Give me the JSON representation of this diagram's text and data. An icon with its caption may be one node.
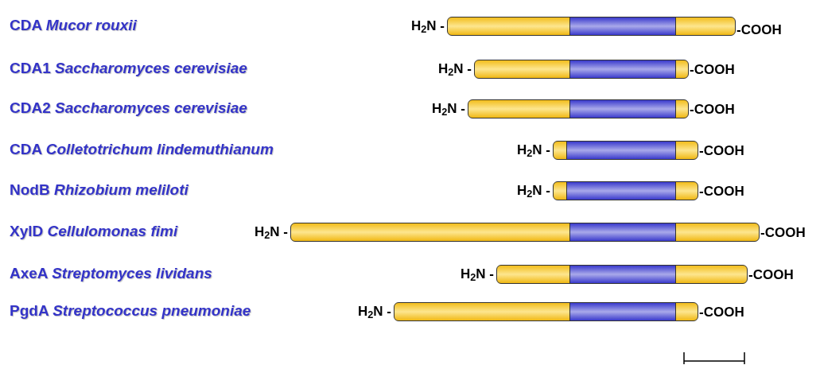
{
  "diagram": {
    "nodes": [
      {
        "text": [],
        "shape": "bar",
        "beside": [
          "H$_{2}$N -",
          "-COOH"
        ]
      },
      {
        "text": [],
        "shape": "bar",
        "in": 0
      },
      {
        "text": [],
        "shape": "bar",
        "beside": [
          "H$_{2}$N -",
          "-COOH"
        ]
      },
      {
        "text": [],
        "shape": "bar",
        "in": 2
      },
      {
        "text": [],
        "shape": "bar",
        "beside": [
          "H$_{2}$N -",
          "-COOH"
        ]
      },
      {
        "text": [],
        "shape": "bar",
        "in": 4
      },
      {
        "text": [],
        "shape": "bar",
        "beside": [
          "H$_{2}$N -",
          "-COOH"
        ]
      },
      {
        "text": [],
        "shape": "bar",
        "in": 6
      },
      {
        "text": [],
        "shape": "bar",
        "beside": [
          "H$_{2}$N -",
          "-COOH"
        ]
      },
      {
        "text": [],
        "shape": "bar",
        "in": 8
      },
      {
        "text": [],
        "shape": "bar",
        "beside": [
          "H$_{2}$N -",
          "-COOH"
        ]
      },
      {
        "text": [],
        "shape": "bar",
        "in": 10
      },
      {
        "text": [],
        "shape": "bar",
        "beside": [
          "H$_{2}$N -",
          "-COOH"
        ]
      },
      {
        "text": [],
        "shape": "bar",
        "in": 12
      },
      {
        "text": [],
        "shape": "bar",
        "beside": [
          "H$_{2}$N -",
          "-COOH"
        ]
      },
      {
        "text": [],
        "shape": "bar",
        "in": 14
      }
    ],
    "labels": [
      "CDA *Mucor rouxii*",
      "CDA1 *Saccharomyces cerevisiae*",
      "CDA2 *Saccharomyces cerevisiae*",
      "CDA *Colletotrichum lindemuthianum*",
      "NodB *Rhizobium meliloti*",
      "XylD *Cellulomonas fimi*",
      "AxeA *Streptomyces lividans*",
      "PgdA *Streptococcus pneumoniae*"
    ]
  }
}
